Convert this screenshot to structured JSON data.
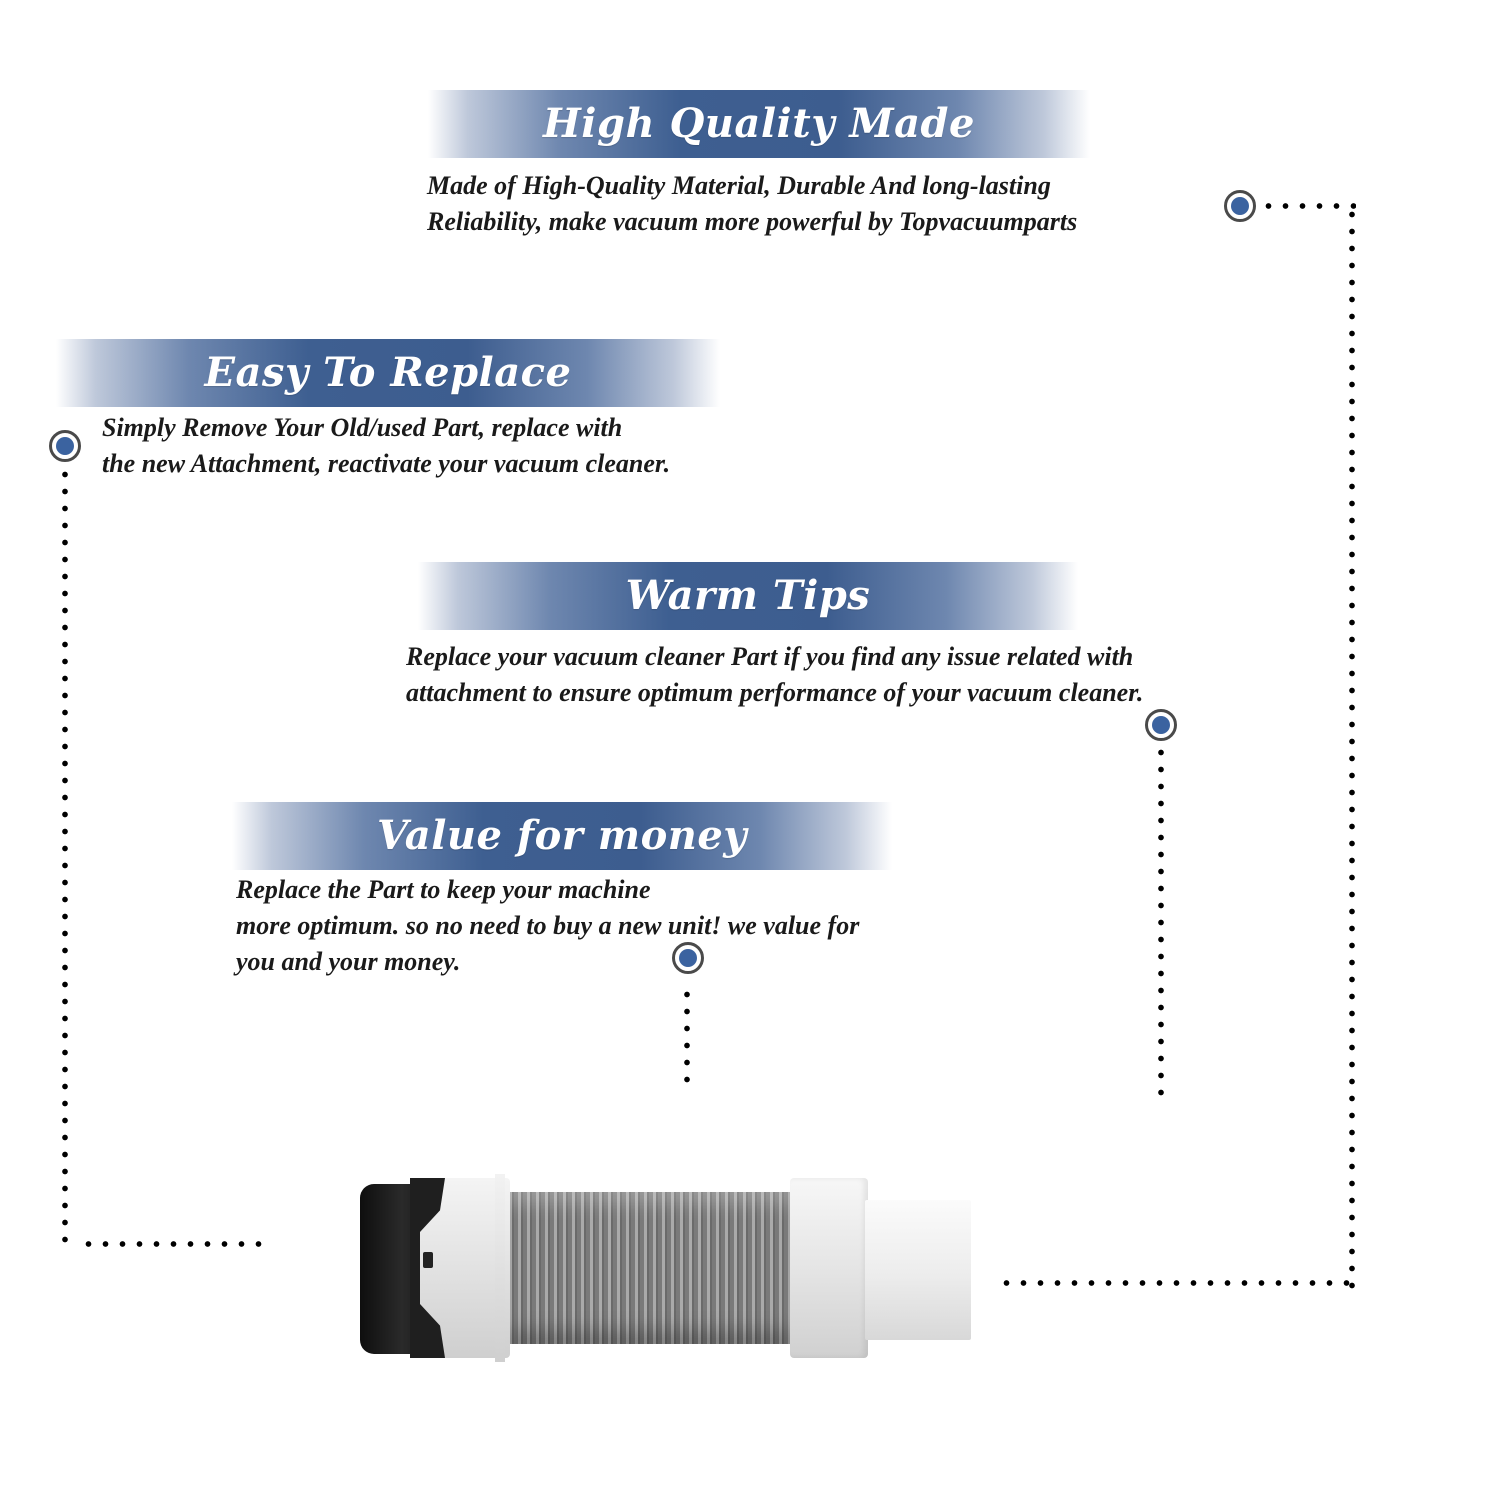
{
  "sections": [
    {
      "id": "high-quality-made",
      "title": "High Quality Made",
      "lines": [
        "Made of  High-Quality Material, Durable And long-lasting",
        "Reliability, make vacuum more powerful by Topvacuumparts"
      ]
    },
    {
      "id": "easy-to-replace",
      "title": "Easy To Replace",
      "lines": [
        "Simply Remove Your Old/used Part, replace with",
        "the new Attachment, reactivate your vacuum cleaner."
      ]
    },
    {
      "id": "warm-tips",
      "title": "Warm Tips",
      "lines": [
        "Replace your vacuum cleaner Part if you find any issue related with",
        " attachment to ensure optimum performance of your vacuum cleaner."
      ]
    },
    {
      "id": "value-for-money",
      "title": "Value for money",
      "lines": [
        "Replace the Part to keep your machine",
        "more optimum. so no need to buy a new unit! we value for",
        "you and your money."
      ]
    }
  ],
  "product": {
    "name": "vacuum-hose-attachment",
    "colors": {
      "body": "#e6e6e6",
      "hose": "#808080",
      "rubber": "#1a1a1a"
    }
  },
  "theme": {
    "banner_color": "#3d5d8f",
    "marker_color": "#3b63a0",
    "marker_ring": "#4a4a4a",
    "dot_color": "#000000"
  }
}
